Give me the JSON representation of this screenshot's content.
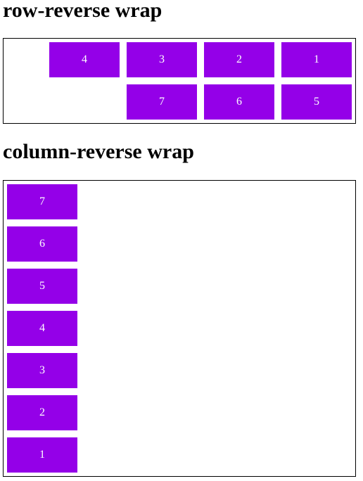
{
  "sections": [
    {
      "title": "row-reverse wrap",
      "items": [
        "1",
        "2",
        "3",
        "4",
        "5",
        "6",
        "7"
      ]
    },
    {
      "title": "column-reverse wrap",
      "items": [
        "1",
        "2",
        "3",
        "4",
        "5",
        "6",
        "7"
      ]
    }
  ],
  "colors": {
    "item_background": "#9400e8",
    "item_text": "#ffffff",
    "container_border": "#000000"
  }
}
